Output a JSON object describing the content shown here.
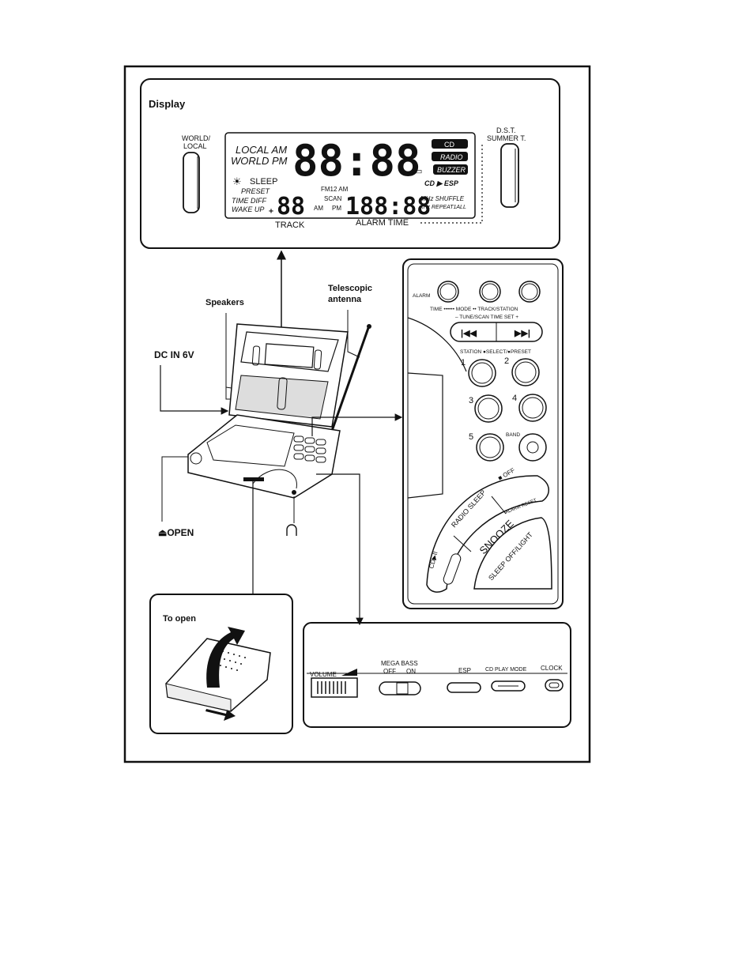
{
  "display": {
    "title": "Display",
    "world_local": [
      "WORLD/",
      "LOCAL"
    ],
    "dst": [
      "D.S.T.",
      "SUMMER T."
    ],
    "lcd": {
      "local_am": "LOCAL AM",
      "world_pm": "WORLD PM",
      "sleep": "SLEEP",
      "preset": "PRESET",
      "time_diff": "TIME DIFF",
      "wake_up": "WAKE UP",
      "clock_digits": "88:88",
      "track_digits": "88",
      "freq_digits": "188:88",
      "fm12am": "FM12 AM",
      "scan": "SCAN",
      "am": "AM",
      "pm": "PM",
      "cd": "CD",
      "radio": "RADIO",
      "buzzer": "BUZZER",
      "cd_esp": "CD ▶ ESP",
      "mhz_shuffle": "MHz SHUFFLE",
      "khz_repeat": "kHz REPEAT1ALL"
    },
    "track": "TRACK",
    "alarm_time": "ALARM TIME"
  },
  "device": {
    "speakers": "Speakers",
    "telescopic": [
      "Telescopic",
      "antenna"
    ],
    "dc_in": "DC IN 6V",
    "open": "⏏OPEN",
    "headphone_icon": "headphone-icon"
  },
  "control_panel": {
    "alarm": "ALARM",
    "time_mode": "TIME •••••• MODE •• TRACK/STATION",
    "tune_scan": "– TUNE/SCAN TIME SET +",
    "prev_icon": "skip-back-icon",
    "next_icon": "skip-forward-icon",
    "station_select": "STATION ●SELECT/●PRESET",
    "presets": [
      "1",
      "2",
      "3",
      "4",
      "5"
    ],
    "band": "BAND",
    "off": "■ OFF",
    "radio_sleep": "RADIO SLEEP",
    "alarm_reset": "ALARM RESET",
    "snooze": "SNOOZE",
    "sleep_off_light": "SLEEP OFF/LIGHT",
    "cd_play": "CD▶II"
  },
  "to_open": {
    "title": "To open"
  },
  "bottom_panel": {
    "volume": "VOLUME",
    "mega_bass": "MEGA BASS",
    "off": "OFF",
    "on": "ON",
    "esp": "ESP",
    "cd_play_mode": "CD PLAY MODE",
    "clock": "CLOCK"
  }
}
